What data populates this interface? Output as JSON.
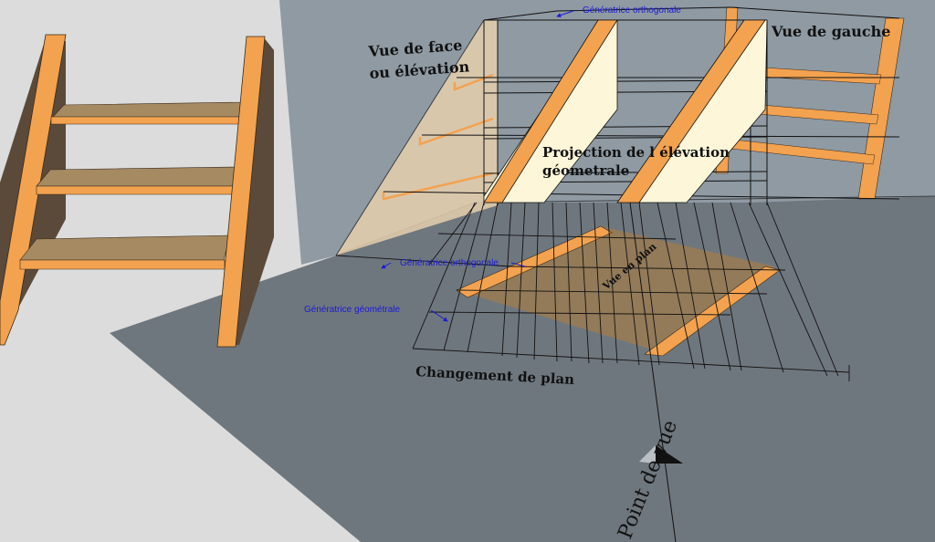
{
  "labels": {
    "face_view": [
      "Vue de face",
      "ou élévation"
    ],
    "left_view": "Vue de gauche",
    "projection": [
      "Projection de l élévation",
      "géometrale"
    ],
    "plan_view": "Vue en plan",
    "plane_change": "Changement de plan",
    "viewpoint": "Point de vue",
    "generatrix_orth_top": "Génératrice orthogonale",
    "generatrix_orth_floor": "Génératrice orthogonale",
    "generatrix_geom": "Génératrice géométrale"
  },
  "colors": {
    "background": "#dcdcdc",
    "wall": "#8f9aa3",
    "floor": "#6f777e",
    "wood_edge": "#f3a24f",
    "wood_face": "#fdf6d8",
    "wood_dark": "#6b5a45",
    "plan_area": "#9a7a52",
    "annotation": "#1a1ad8"
  }
}
